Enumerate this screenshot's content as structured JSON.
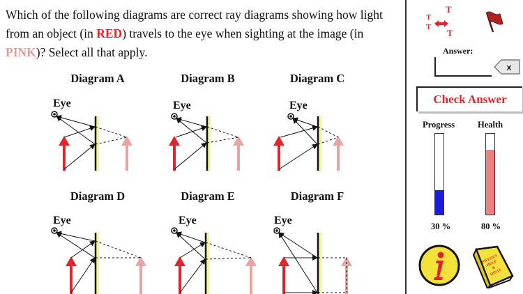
{
  "question": {
    "part1": "Which of the following diagrams are correct ray diagrams showing how light from an object (in ",
    "red_word": "RED",
    "part2": ") travels to the eye when sighting at the image (in ",
    "pink_word": "PINK",
    "part3": ")? Select all that apply."
  },
  "diagrams": [
    {
      "title": "Diagram A",
      "eye_label": "Eye"
    },
    {
      "title": "Diagram B",
      "eye_label": "Eye"
    },
    {
      "title": "Diagram C",
      "eye_label": "Eye"
    },
    {
      "title": "Diagram D",
      "eye_label": "Eye"
    },
    {
      "title": "Diagram E",
      "eye_label": "Eye"
    },
    {
      "title": "Diagram F",
      "eye_label": "Eye"
    }
  ],
  "toolbar": {
    "font_size_letter": "T"
  },
  "answer": {
    "label": "Answer:",
    "value": "",
    "clear_label": "x"
  },
  "check_button_label": "Check Answer",
  "meters": {
    "progress": {
      "label": "Progress",
      "percent": 30,
      "display": "30 %",
      "color": "#1a1ae0"
    },
    "health": {
      "label": "Health",
      "percent": 80,
      "display": "80 %",
      "color": "#f08080"
    }
  },
  "hints_book": {
    "lines": [
      "PHYSICS",
      "HELP",
      "&",
      "HINTS"
    ]
  },
  "colors": {
    "object": "#e0262b",
    "image": "#e8a3a3",
    "mirror_glow": "#f6f2a0"
  }
}
